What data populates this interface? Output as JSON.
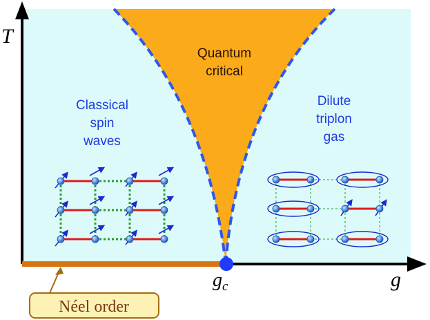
{
  "axes": {
    "y_label": "T",
    "x_label": "g",
    "critical_point_label_main": "g",
    "critical_point_label_sub": "c"
  },
  "regions": {
    "quantum_critical": {
      "line1": "Quantum",
      "line2": "critical"
    },
    "classical": {
      "line1": "Classical",
      "line2": "spin",
      "line3": "waves"
    },
    "dilute": {
      "line1": "Dilute",
      "line2": "triplon",
      "line3": "gas"
    }
  },
  "neel_label": "Néel order",
  "colors": {
    "background_region": "#dcfafa",
    "critical_fill": "#fbab1a",
    "critical_boundary": "#2f57e8",
    "region_text": "#1f3be0",
    "critical_text": "#2a1000",
    "neel_line": "#d97414",
    "neel_box_fill": "#fdf2b3",
    "neel_box_border": "#a76b10",
    "neel_text": "#7a3b12",
    "axis": "#000000",
    "critical_point": "#1f3bff",
    "bond_red": "#dd1a1a",
    "bond_green": "#2c9a2c",
    "spin_arrow": "#1a2bcc",
    "site": "#4d8fe0"
  }
}
